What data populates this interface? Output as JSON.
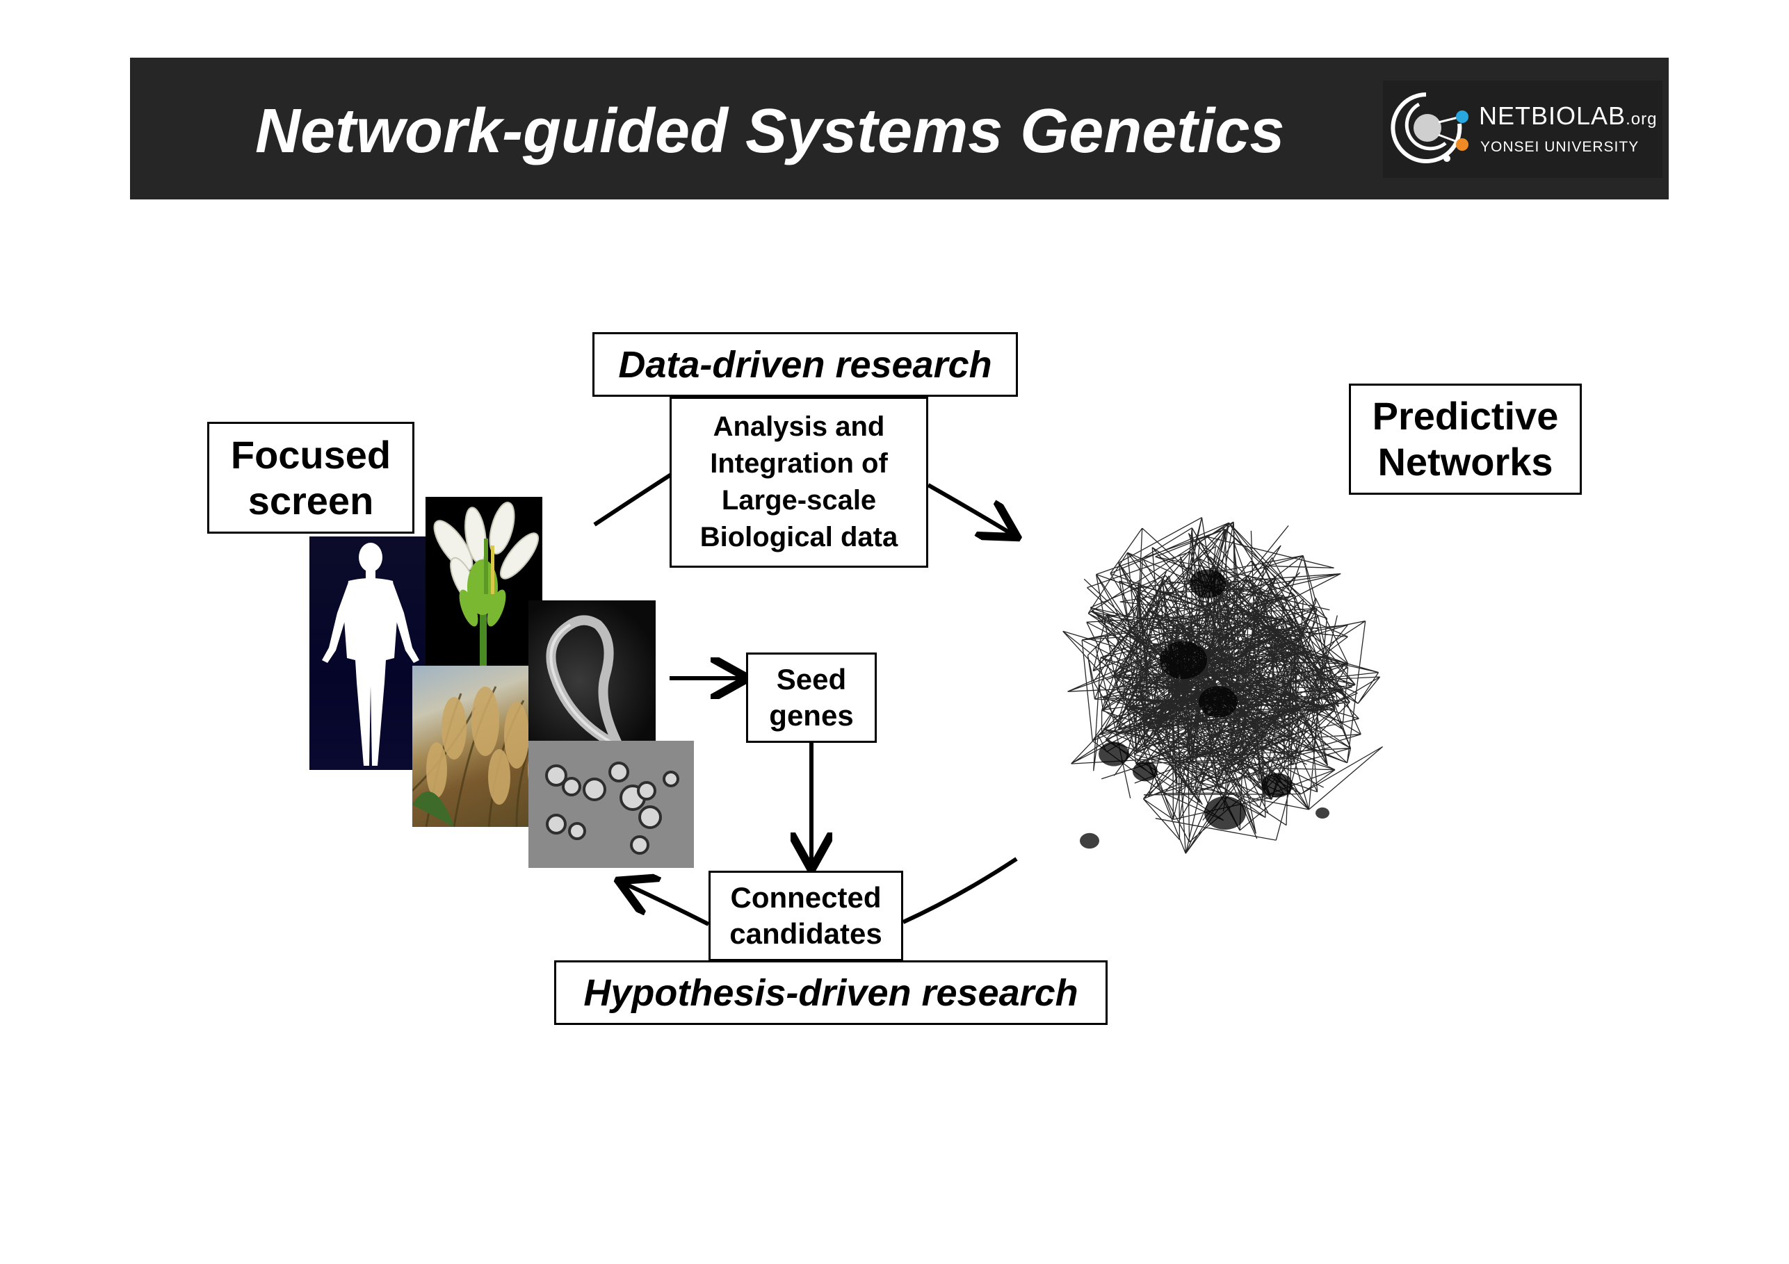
{
  "header": {
    "title": "Network-guided Systems Genetics",
    "logo": {
      "name": "NETBIOLAB",
      "suffix": ".org",
      "subtitle": "YONSEI UNIVERSITY",
      "accent_colors": [
        "#29a8e0",
        "#f08a24"
      ]
    }
  },
  "diagram": {
    "data_driven_label": "Data-driven research",
    "analysis_lines": [
      "Analysis and",
      "Integration of",
      "Large-scale",
      "Biological data"
    ],
    "focused_screen_lines": [
      "Focused",
      "screen"
    ],
    "predictive_networks_lines": [
      "Predictive",
      "Networks"
    ],
    "seed_genes_lines": [
      "Seed",
      "genes"
    ],
    "connected_candidates_lines": [
      "Connected",
      "candidates"
    ],
    "hypothesis_driven_label": "Hypothesis-driven research",
    "model_organism_images": [
      "human-silhouette",
      "arabidopsis-flower",
      "rice-plant",
      "c-elegans-worm",
      "yeast-cells"
    ],
    "network_icon": "gene-network-hairball"
  }
}
